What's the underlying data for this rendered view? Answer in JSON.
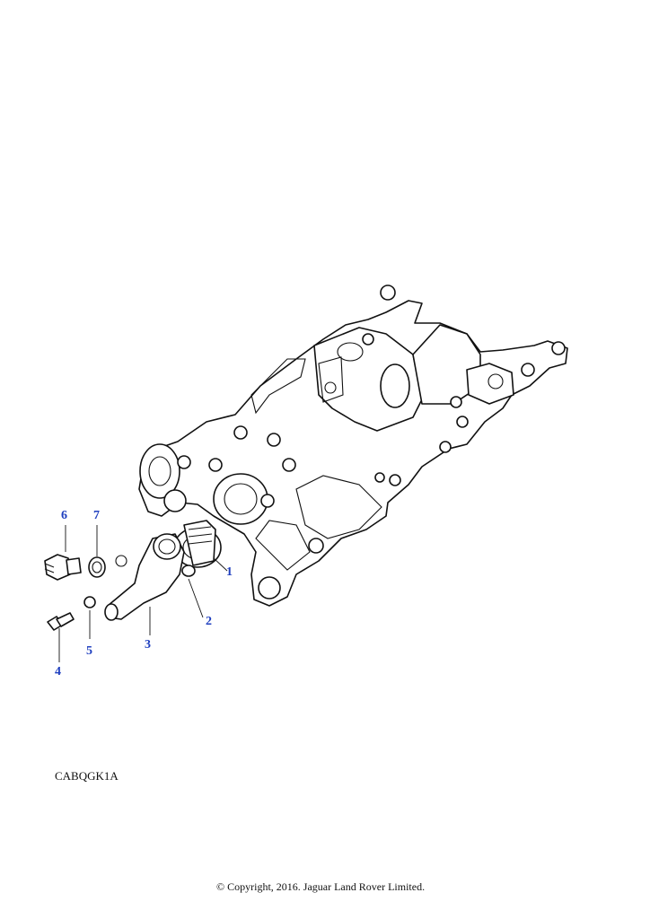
{
  "callouts": {
    "c1": "1",
    "c2": "2",
    "c3": "3",
    "c4": "4",
    "c5": "5",
    "c6": "6",
    "c7": "7"
  },
  "illustration_code": "CABQGK1A",
  "copyright": "© Copyright, 2016. Jaguar Land Rover Limited.",
  "colors": {
    "callout": "#1f3fbf",
    "line": "#111111"
  }
}
